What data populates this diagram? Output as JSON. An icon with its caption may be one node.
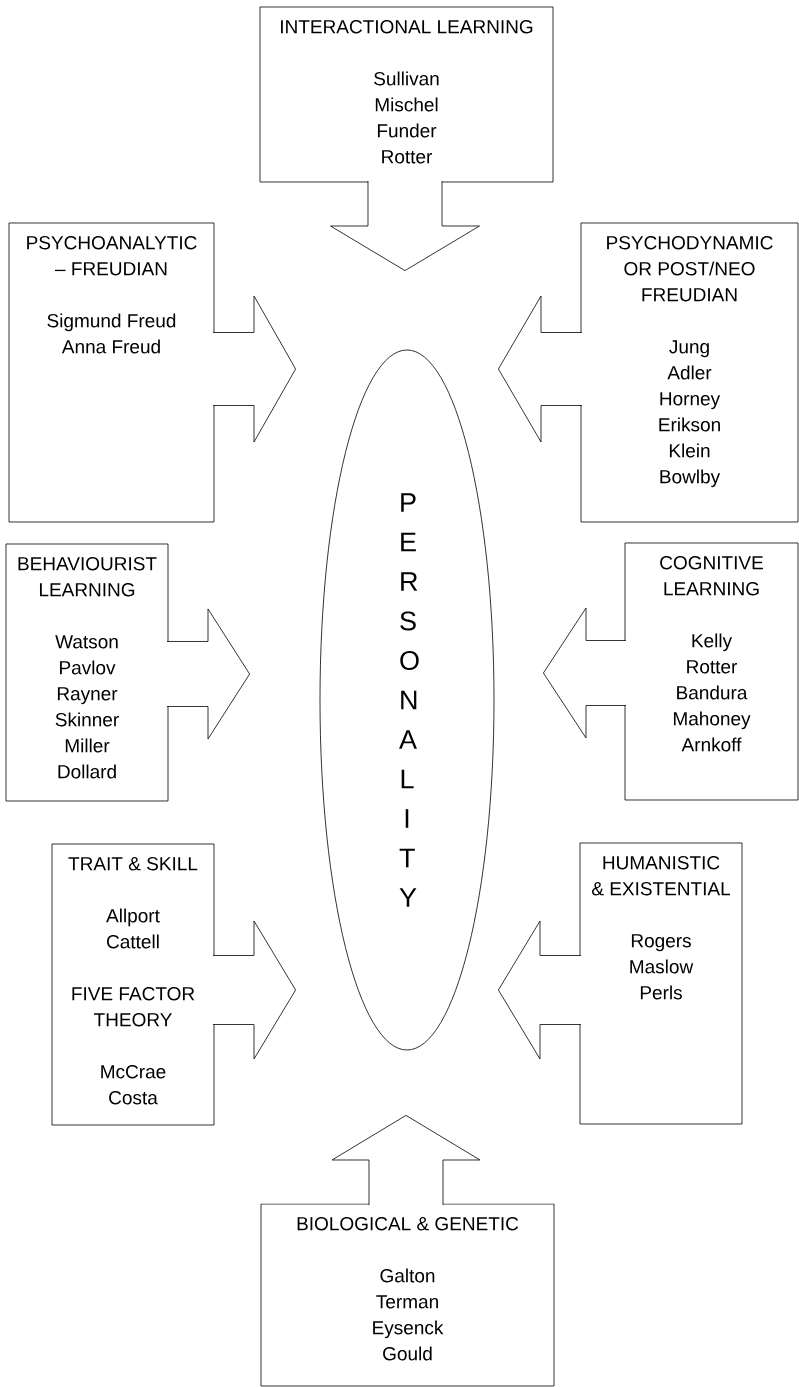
{
  "diagram": {
    "nodes": [
      {
        "text": [
          "INTERACTIONAL LEARNING",
          "Sullivan",
          "Mischel",
          "Funder",
          "Rotter"
        ]
      },
      {
        "text": [
          "PSYCHOANALYTIC – FREUDIAN",
          "Sigmund Freud",
          "Anna Freud"
        ]
      },
      {
        "text": [
          "PSYCHODYNAMIC OR POST/NEO FREUDIAN",
          "Jung",
          "Adler",
          "Horney",
          "Erikson",
          "Klein",
          "Bowlby"
        ]
      },
      {
        "text": [
          "BEHAVIOURIST LEARNING",
          "Watson",
          "Pavlov",
          "Rayner",
          "Skinner",
          "Miller",
          "Dollard"
        ]
      },
      {
        "text": [
          "COGNITIVE LEARNING",
          "Kelly",
          "Rotter",
          "Bandura",
          "Mahoney",
          "Arnkoff"
        ]
      },
      {
        "text": [
          "TRAIT & SKILL",
          "Allport",
          "Cattell",
          "FIVE FACTOR THEORY",
          "McCrae",
          "Costa"
        ]
      },
      {
        "text": [
          "HUMANISTIC & EXISTENTIAL",
          "Rogers",
          "Maslow",
          "Perls"
        ]
      },
      {
        "text": [
          "BIOLOGICAL & GENETIC",
          "Galton",
          "Terman",
          "Eysenck",
          "Gould"
        ]
      },
      {
        "text": [
          "P E R S O N A L I T Y"
        ]
      }
    ],
    "edges": [
      {
        "from": 0,
        "to": 8,
        "arrow": "to"
      },
      {
        "from": 1,
        "to": 8,
        "arrow": "to"
      },
      {
        "from": 2,
        "to": 8,
        "arrow": "to"
      },
      {
        "from": 3,
        "to": 8,
        "arrow": "to"
      },
      {
        "from": 4,
        "to": 8,
        "arrow": "to"
      },
      {
        "from": 5,
        "to": 8,
        "arrow": "to"
      },
      {
        "from": 6,
        "to": 8,
        "arrow": "to"
      },
      {
        "from": 7,
        "to": 8,
        "arrow": "to"
      }
    ]
  }
}
